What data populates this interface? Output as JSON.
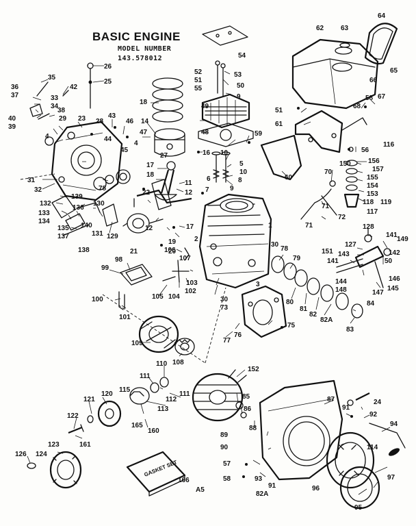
{
  "header": {
    "title": "BASIC ENGINE",
    "model_label": "MODEL NUMBER",
    "model_number": "143.578012"
  },
  "stamp": "GASKET SET",
  "footer_code": "A5",
  "callouts": {
    "c1": "1",
    "c2": "2",
    "c3": "3",
    "c4": "4",
    "c5": "5",
    "c6": "6",
    "c7": "7",
    "c8": "8",
    "c9": "9",
    "c10": "10",
    "c11": "11",
    "c12": "12",
    "c14": "14",
    "c16": "16",
    "c17": "17",
    "c18": "18",
    "c19": "19",
    "c20": "20",
    "c21": "21",
    "c22": "22",
    "c23": "23",
    "c24": "24",
    "c25": "25",
    "c26": "26",
    "c27": "27",
    "c28": "28",
    "c29": "29",
    "c30": "30",
    "c31": "31",
    "c32": "32",
    "c33": "33",
    "c34": "34",
    "c35": "35",
    "c36": "36",
    "c37": "37",
    "c38": "38",
    "c39": "39",
    "c40": "40",
    "c42": "42",
    "c43": "43",
    "c44": "44",
    "c45": "45",
    "c46": "46",
    "c47": "47",
    "c48": "48",
    "c49": "49",
    "c50": "50",
    "c51": "51",
    "c52": "52",
    "c53": "53",
    "c54": "54",
    "c55": "55",
    "c56": "56",
    "c57": "57",
    "c58": "58",
    "c59": "59",
    "c60": "60",
    "c61": "61",
    "c62": "62",
    "c63": "63",
    "c64": "64",
    "c65": "65",
    "c66": "66",
    "c67": "67",
    "c68": "68",
    "c70": "70",
    "c71": "71",
    "c72": "72",
    "c73": "73",
    "c75": "75",
    "c76": "76",
    "c77": "77",
    "c78": "78",
    "c79": "79",
    "c80": "80",
    "c81": "81",
    "c82": "82",
    "c82a": "82A",
    "c83": "83",
    "c84": "84",
    "c85": "85",
    "c86": "86",
    "c87": "87",
    "c88": "88",
    "c89": "89",
    "c90": "90",
    "c91": "91",
    "c92": "92",
    "c93": "93",
    "c94": "94",
    "c95": "95",
    "c96": "96",
    "c97": "97",
    "c98": "98",
    "c99": "99",
    "c100": "100",
    "c101": "101",
    "c102": "102",
    "c103": "103",
    "c104": "104",
    "c105": "105",
    "c106": "106",
    "c107": "107",
    "c108": "108",
    "c109": "109",
    "c110": "110",
    "c111": "111",
    "c112": "112",
    "c113": "113",
    "c114": "114",
    "c115": "115",
    "c116": "116",
    "c117": "117",
    "c118": "118",
    "c119": "119",
    "c120": "120",
    "c121": "121",
    "c122": "122",
    "c123": "123",
    "c124": "124",
    "c126": "126",
    "c127": "127",
    "c128": "128",
    "c129": "129",
    "c130": "130",
    "c131": "131",
    "c132": "132",
    "c133": "133",
    "c134": "134",
    "c135": "135",
    "c136": "136",
    "c137": "137",
    "c138": "138",
    "c139": "139",
    "c140": "140",
    "c141": "141",
    "c142": "142",
    "c143": "143",
    "c144": "144",
    "c145": "145",
    "c146": "146",
    "c147": "147",
    "c148": "148",
    "c149": "149",
    "c150": "150",
    "c151": "151",
    "c152": "152",
    "c153": "153",
    "c154": "154",
    "c155": "155",
    "c156": "156",
    "c157": "157",
    "c160": "160",
    "c161": "161",
    "c165": "165",
    "c166": "166"
  }
}
